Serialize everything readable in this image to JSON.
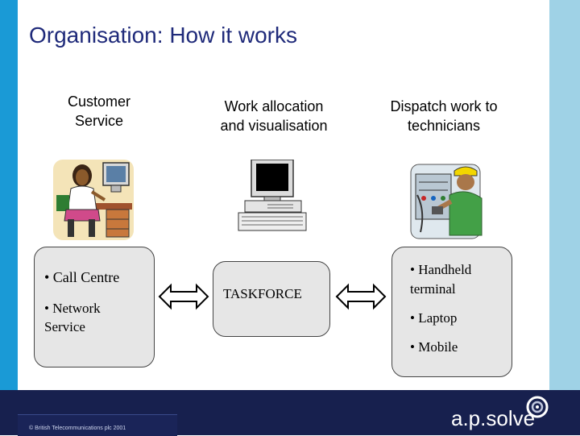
{
  "title": "Organisation: How it works",
  "columns": [
    {
      "heading": "Customer\nService",
      "heading_lines": [
        "Customer",
        "Service"
      ],
      "illustration": "call-centre-agent-icon"
    },
    {
      "heading_lines": [
        "Work allocation",
        "and visualisation"
      ],
      "illustration": "computer-icon"
    },
    {
      "heading_lines": [
        "Dispatch work to",
        "technicians"
      ],
      "illustration": "technician-icon"
    }
  ],
  "boxes": {
    "customer": [
      "• Call Centre",
      "• Network",
      "Service"
    ],
    "taskforce": [
      "TASKFORCE"
    ],
    "dispatch": [
      "• Handheld",
      "terminal",
      "• Laptop",
      "• Mobile"
    ]
  },
  "footer": {
    "copyright": "© British Telecommunications plc 2001",
    "brand": "a.p.solve"
  },
  "colors": {
    "title": "#1f2a7a",
    "left_bar": "#1a9ad6",
    "right_bar": "#9fd2e6",
    "footer": "#17204e",
    "box_fill": "#e6e6e6"
  }
}
